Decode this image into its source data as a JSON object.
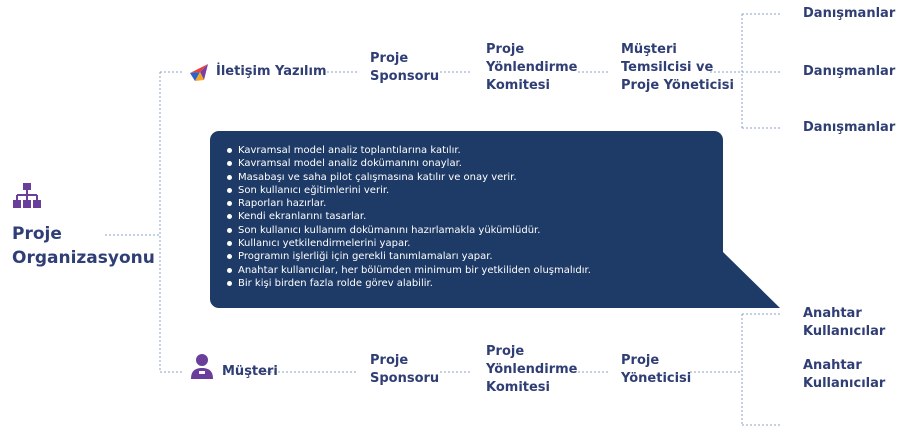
{
  "root": {
    "label_line1": "Proje",
    "label_line2": "Organizasyonu",
    "icon": "org-chart-icon"
  },
  "top_branch": {
    "name": "İletişim Yazılım",
    "icon": "colorful-logo-icon",
    "sponsor": [
      "Proje",
      "Sponsoru"
    ],
    "committee": [
      "Proje",
      "Yönlendirme",
      "Komitesi"
    ],
    "manager": [
      "Müşteri",
      "Temsilcisi ve",
      "Proje Yöneticisi"
    ],
    "consultants": [
      "Danışmanlar",
      "Danışmanlar",
      "Danışmanlar"
    ]
  },
  "bottom_branch": {
    "name": "Müşteri",
    "icon": "person-icon",
    "sponsor": [
      "Proje",
      "Sponsoru"
    ],
    "committee": [
      "Proje",
      "Yönlendirme",
      "Komitesi"
    ],
    "manager": [
      "Proje",
      "Yöneticisi"
    ],
    "key_users": [
      [
        "Anahtar",
        "Kullanıcılar"
      ],
      [
        "Anahtar",
        "Kullanıcılar"
      ]
    ]
  },
  "callout": {
    "items": [
      "Kavramsal model analiz toplantılarına katılır.",
      "Kavramsal model analiz dokümanını onaylar.",
      "Masabaşı ve saha pilot çalışmasına katılır ve onay verir.",
      "Son kullanıcı eğitimlerini verir.",
      "Raporları hazırlar.",
      "Kendi ekranlarını tasarlar.",
      "Son kullanıcı kullanım dokümanını hazırlamakla yükümlüdür.",
      "Kullanıcı yetkilendirmelerini yapar.",
      "Programın işlerliği için gerekli tanımlamaları yapar.",
      "Anahtar kullanıcılar, her bölümden minimum bir yetkiliden oluşmalıdır.",
      "Bir kişi birden fazla rolde görev alabilir."
    ]
  },
  "colors": {
    "text": "#2f3e74",
    "callout_bg": "#1e3a66",
    "connector": "#8aa0c8",
    "icon_purple": "#6a3f9b"
  }
}
